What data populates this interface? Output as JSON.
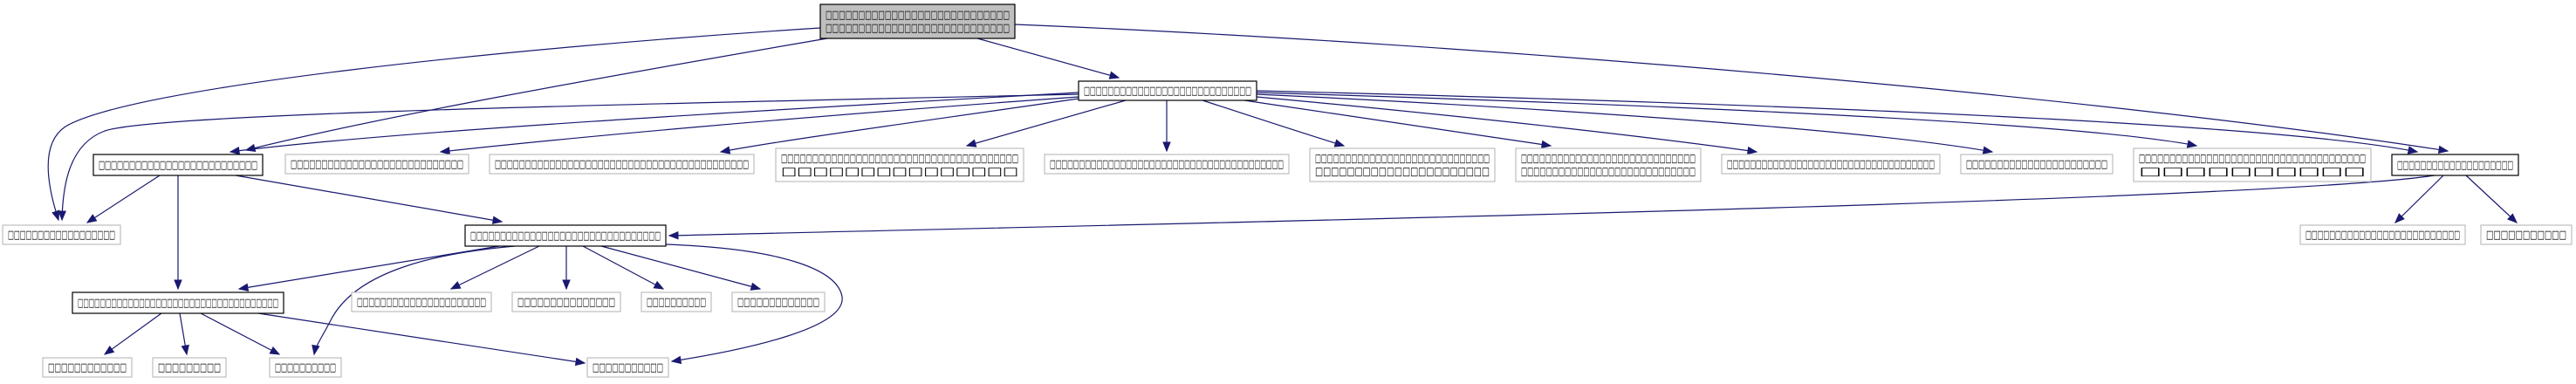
{
  "graph": {
    "edge_color": "#191970",
    "nodes": [
      {
        "id": "root",
        "style": "root",
        "lines": [
          "□□□□□□□□□□□□□□□□□□□□□□□□□□□□",
          "□□□□□□□□□□□□□□□□□□□□□□□□□□□□"
        ]
      },
      {
        "id": "hub",
        "style": "solid",
        "lines": [
          "□□□□□□□□□□□□□□□□□□□□□□□□□□□□"
        ]
      },
      {
        "id": "left",
        "style": "solid",
        "lines": [
          "□□□□□□□□□□□□□□□□□□□□□□□□□□"
        ]
      },
      {
        "id": "g1",
        "style": "grey",
        "lines": [
          "□□□□□□□□□□□□□□□□□□□□□□□□□□□□"
        ]
      },
      {
        "id": "g2",
        "style": "grey",
        "lines": [
          "□□□□□□□□□□□□□□□□□□□□□□□□□□□□□□□□□□□□□□□□□□"
        ]
      },
      {
        "id": "g3",
        "style": "grey",
        "lines": [
          "□□□□□□□□□□□□□□□□□□□□□□□□□□□□□□□□□□□□□□",
          "□□□□□□□□□□□□□□□"
        ]
      },
      {
        "id": "g4",
        "style": "grey",
        "lines": [
          "□□□□□□□□□□□□□□□□□□□□□□□□□□□□□□□□□□□□□□□□"
        ]
      },
      {
        "id": "g5",
        "style": "grey",
        "lines": [
          "□□□□□□□□□□□□□□□□□□□□□□□□□□□□□",
          "□□□□□□□□□□□□□□□□□□□□□□"
        ]
      },
      {
        "id": "g6",
        "style": "grey",
        "lines": [
          "□□□□□□□□□□□□□□□□□□□□□□□□□□□□□",
          "□□□□□□□□□□□□□□□□□□□□□□□□□□□□"
        ]
      },
      {
        "id": "g7",
        "style": "grey",
        "lines": [
          "□□□□□□□□□□□□□□□□□□□□□□□□□□□□□□□□□□□□"
        ]
      },
      {
        "id": "g8",
        "style": "grey",
        "lines": [
          "□□□□□□□□□□□□□□□□□□□□□□□"
        ]
      },
      {
        "id": "g9",
        "style": "grey",
        "lines": [
          "□□□□□□□□□□□□□□□□□□□□□□□□□□□□□□□□□□□□□",
          "□□□□□□□□□□"
        ]
      },
      {
        "id": "right",
        "style": "solid",
        "lines": [
          "□□□□□□□□□□□□□□□□□□□□"
        ]
      },
      {
        "id": "farleft",
        "style": "grey",
        "lines": [
          "□□□□□□□□□□□□□□□□□□"
        ]
      },
      {
        "id": "mid",
        "style": "solid",
        "lines": [
          "□□□□□□□□□□□□□□□□□□□□□□□□□□□□□□□□"
        ]
      },
      {
        "id": "r1",
        "style": "grey",
        "lines": [
          "□□□□□□□□□□□□□□□□□□□□□□□□□□"
        ]
      },
      {
        "id": "r2",
        "style": "grey",
        "lines": [
          "□□□□□□□□□□□"
        ]
      },
      {
        "id": "low",
        "style": "solid",
        "lines": [
          "□□□□□□□□□□□□□□□□□□□□□□□□□□□□□□□□□□□□"
        ]
      },
      {
        "id": "m1",
        "style": "grey",
        "lines": [
          "□□□□□□□□□□□□□□□□□□□□□□"
        ]
      },
      {
        "id": "m2",
        "style": "grey",
        "lines": [
          "□□□□□□□□□□□□□□□"
        ]
      },
      {
        "id": "m3",
        "style": "grey",
        "lines": [
          "□□□□□□□□□□"
        ]
      },
      {
        "id": "m4",
        "style": "grey",
        "lines": [
          "□□□□□□□□□□□□□"
        ]
      },
      {
        "id": "b1",
        "style": "grey",
        "lines": [
          "□□□□□□□□□□□□"
        ]
      },
      {
        "id": "b2",
        "style": "grey",
        "lines": [
          "□□□□□□□□□"
        ]
      },
      {
        "id": "b3",
        "style": "grey",
        "lines": [
          "□□□□□□□□□□"
        ]
      },
      {
        "id": "b4",
        "style": "grey",
        "lines": [
          "□□□□□□□□□□□"
        ]
      }
    ],
    "edges": [
      {
        "from": "root",
        "to": "hub"
      },
      {
        "from": "root",
        "to": "farleft"
      },
      {
        "from": "root",
        "to": "left"
      },
      {
        "from": "root",
        "to": "right"
      },
      {
        "from": "hub",
        "to": "farleft"
      },
      {
        "from": "hub",
        "to": "left"
      },
      {
        "from": "hub",
        "to": "g1"
      },
      {
        "from": "hub",
        "to": "g2"
      },
      {
        "from": "hub",
        "to": "g3"
      },
      {
        "from": "hub",
        "to": "g4"
      },
      {
        "from": "hub",
        "to": "g5"
      },
      {
        "from": "hub",
        "to": "g6"
      },
      {
        "from": "hub",
        "to": "g7"
      },
      {
        "from": "hub",
        "to": "g8"
      },
      {
        "from": "hub",
        "to": "g9"
      },
      {
        "from": "hub",
        "to": "right"
      },
      {
        "from": "left",
        "to": "farleft"
      },
      {
        "from": "left",
        "to": "mid"
      },
      {
        "from": "left",
        "to": "low"
      },
      {
        "from": "right",
        "to": "mid"
      },
      {
        "from": "right",
        "to": "r1"
      },
      {
        "from": "right",
        "to": "r2"
      },
      {
        "from": "mid",
        "to": "low"
      },
      {
        "from": "mid",
        "to": "m1"
      },
      {
        "from": "mid",
        "to": "m2"
      },
      {
        "from": "mid",
        "to": "m3"
      },
      {
        "from": "mid",
        "to": "m4"
      },
      {
        "from": "mid",
        "to": "b3"
      },
      {
        "from": "mid",
        "to": "b4"
      },
      {
        "from": "low",
        "to": "b1"
      },
      {
        "from": "low",
        "to": "b2"
      },
      {
        "from": "low",
        "to": "b3"
      },
      {
        "from": "low",
        "to": "b4"
      }
    ]
  }
}
